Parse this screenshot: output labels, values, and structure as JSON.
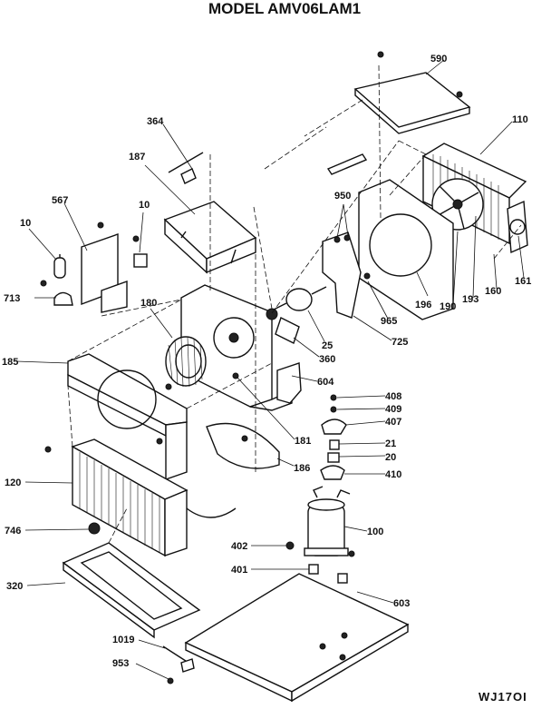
{
  "title": "MODEL AMV06LAM1",
  "diagram_code": "WJ17OI",
  "parts": {
    "p590": "590",
    "p110": "110",
    "p364": "364",
    "p187": "187",
    "p950": "950",
    "p567": "567",
    "p10a": "10",
    "p10b": "10",
    "p713": "713",
    "p180": "180",
    "p196": "196",
    "p190": "190",
    "p193": "193",
    "p160": "160",
    "p161": "161",
    "p965": "965",
    "p725": "725",
    "p25": "25",
    "p360": "360",
    "p185": "185",
    "p604": "604",
    "p408": "408",
    "p409": "409",
    "p407": "407",
    "p181": "181",
    "p21": "21",
    "p186": "186",
    "p20": "20",
    "p410": "410",
    "p120": "120",
    "p746": "746",
    "p100": "100",
    "p402": "402",
    "p401": "401",
    "p320": "320",
    "p603": "603",
    "p1019": "1019",
    "p953": "953"
  }
}
